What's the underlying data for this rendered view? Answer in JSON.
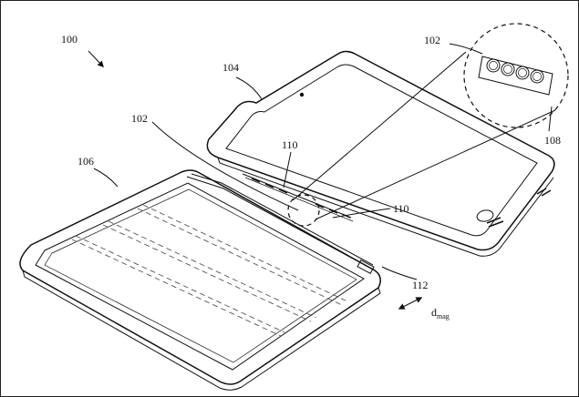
{
  "figure": {
    "labels": {
      "system": "100",
      "device": "104",
      "cover": "106",
      "magnet_array_callout": "102",
      "magnet_array_left": "102",
      "magnet_top": "110",
      "magnet_bottom": "110",
      "detail_ref": "108",
      "hinge": "112",
      "distance_main": "d",
      "distance_sub": "mag"
    }
  }
}
